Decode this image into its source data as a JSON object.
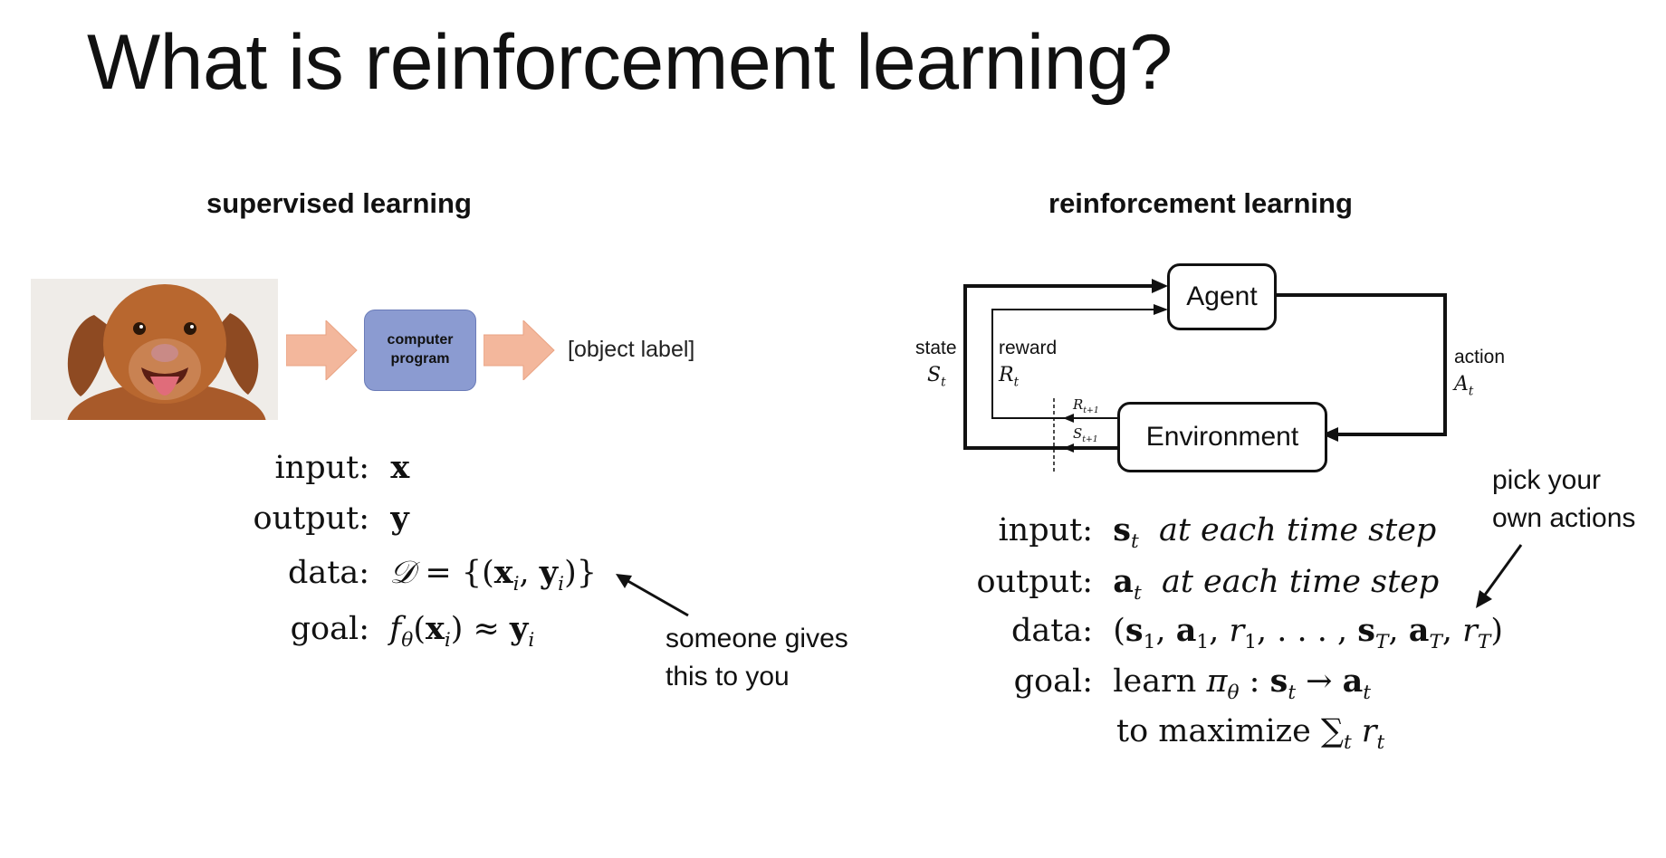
{
  "title": "What is reinforcement learning?",
  "supervised": {
    "heading": "supervised learning",
    "program_label_line1": "computer",
    "program_label_line2": "program",
    "output_label": "[object label]",
    "lines": {
      "input_label": "input:",
      "output_label": "output:",
      "data_label": "data:",
      "goal_label": "goal:"
    },
    "note_line1": "someone gives",
    "note_line2": "this to you"
  },
  "reinforcement": {
    "heading": "reinforcement learning",
    "agent": "Agent",
    "environment": "Environment",
    "state_label": "state",
    "reward_label": "reward",
    "action_label": "action",
    "lines": {
      "input_label": "input:",
      "input_suffix": "at each time step",
      "output_label": "output:",
      "output_suffix": "at each time step",
      "data_label": "data:",
      "goal_label": "goal:",
      "goal_text": "learn",
      "maximize_text": "to maximize"
    },
    "note_line1": "pick your",
    "note_line2": "own actions"
  },
  "colors": {
    "arrow_fill": "#f3b79c",
    "program_box": "#8b9bd1"
  }
}
